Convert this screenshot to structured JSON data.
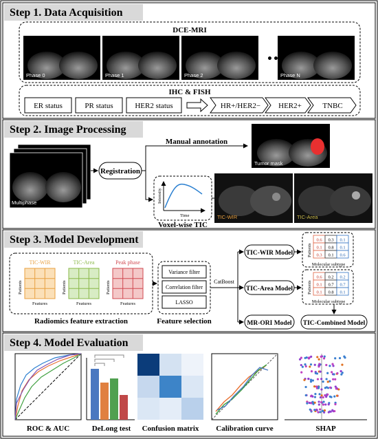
{
  "step1": {
    "title": "Step 1. Data Acquisition",
    "dce_label": "DCE-MRI",
    "phases": [
      "Phase 0",
      "Phase 1",
      "Phase 2",
      "Phase N"
    ],
    "ellipsis": "•••",
    "ihc_label": "IHC & FISH",
    "status_boxes": [
      "ER status",
      "PR status",
      "HER2 status"
    ],
    "subtypes": [
      "HR+/HER2−",
      "HER2+",
      "TNBC"
    ]
  },
  "step2": {
    "title": "Step 2. Image Processing",
    "multiphase": "Multiphase",
    "registration": "Registration",
    "manual_annotation": "Manual annotation",
    "tumor_mask": "Tumor mask",
    "tic_ylabel": "Intensity",
    "tic_xlabel": "Time",
    "voxel_tic": "Voxel-wise TIC",
    "tic_wir": "TIC-WIR",
    "tic_area": "TIC-Area"
  },
  "step3": {
    "title": "Step 3. Model Development",
    "grids": [
      {
        "label": "TIC-WIR",
        "color": "#e8a040"
      },
      {
        "label": "TIC-Area",
        "color": "#8ab848"
      },
      {
        "label": "Peak phase",
        "color": "#d04850"
      }
    ],
    "patients": "Patients",
    "features": "Features",
    "radiomics": "Radiomics feature extraction",
    "filters": [
      "Variance filter",
      "Correlation filter",
      "LASSO"
    ],
    "feature_selection": "Feature selection",
    "catboost": "CatBoost",
    "models": [
      "TIC-WIR Model",
      "TIC-Area Model",
      "MR-ORI Model",
      "TIC-Combined Model"
    ],
    "molecular_subtype": "Molecular subtype",
    "matrix1": [
      [
        "0.6",
        "0.3",
        "0.1"
      ],
      [
        "0.1",
        "0.8",
        "0.1"
      ],
      [
        "0.3",
        "0.1",
        "0.6"
      ]
    ],
    "matrix2": [
      [
        "0.6",
        "0.2",
        "0.2"
      ],
      [
        "0.1",
        "0.7",
        "0.7"
      ],
      [
        "0.1",
        "0.8",
        "0.1"
      ]
    ]
  },
  "step4": {
    "title": "Step 4. Model Evaluation",
    "panels": [
      "ROC & AUC",
      "DeLong test",
      "Confusion matrix",
      "Calibration curve",
      "SHAP"
    ]
  }
}
